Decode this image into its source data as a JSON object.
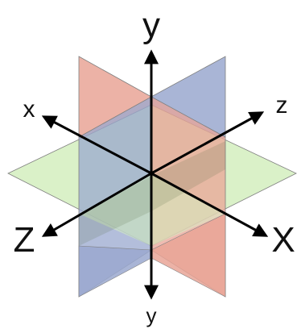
{
  "labels": {
    "y_top": "y",
    "y_bottom": "y",
    "x_left": "x",
    "x_right": "X",
    "z_left": "Z",
    "z_right": "z"
  },
  "colors": {
    "red_plane": "#e9a497",
    "blue_plane": "#9aa8cf",
    "green_plane": "#d6efc2",
    "outline": "#7f7f7f",
    "axis": "#000000"
  }
}
